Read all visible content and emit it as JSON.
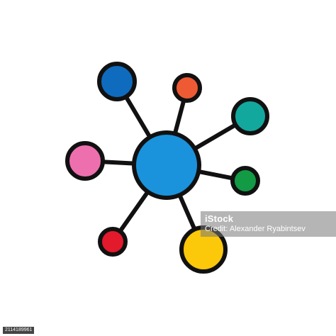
{
  "graphic": {
    "icon_name": "network-hub-icon",
    "outline_color": "#111111",
    "hub_color": "#1a93dc",
    "node_colors": {
      "blue": "#0f6bbd",
      "orange": "#ee5a33",
      "teal": "#13a89e",
      "pink": "#ee6fae",
      "green": "#129a45",
      "red": "#e3192c",
      "yellow": "#fbc80a"
    }
  },
  "watermark": {
    "brand": "iStock",
    "credit": "Credit: Alexander Ryabintsev"
  },
  "image_id": "2114189961"
}
